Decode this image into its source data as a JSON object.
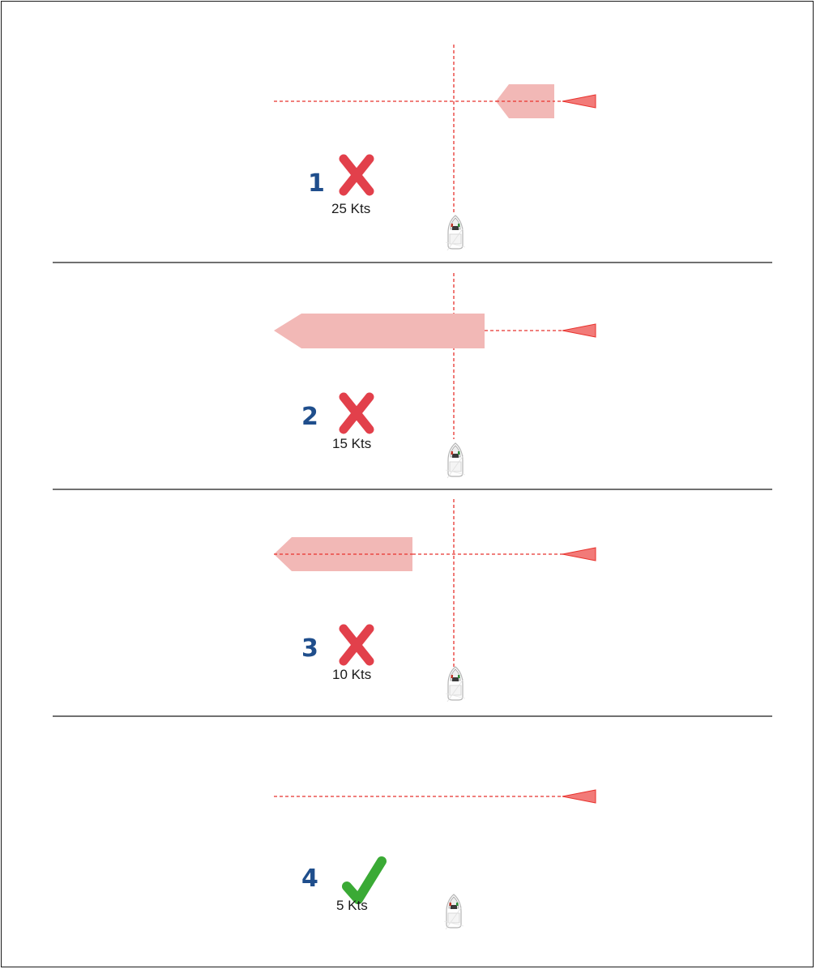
{
  "panels": [
    {
      "number": "1",
      "speed": "25 Kts",
      "result": "cross"
    },
    {
      "number": "2",
      "speed": "15 Kts",
      "result": "cross"
    },
    {
      "number": "3",
      "speed": "10 Kts",
      "result": "cross"
    },
    {
      "number": "4",
      "speed": "5 Kts",
      "result": "check"
    }
  ],
  "colors": {
    "number": "#1f4e8c",
    "cross": "#e2404b",
    "check": "#3aaa35",
    "track": "#e8332e",
    "zone_fill": "#f2b8b6",
    "marker_fill": "#f27a78",
    "divider": "#1a1a1a"
  },
  "icons": {
    "cross": "cross-mark-icon",
    "check": "check-mark-icon",
    "own_vessel": "boat-icon",
    "target": "target-triangle-icon"
  }
}
